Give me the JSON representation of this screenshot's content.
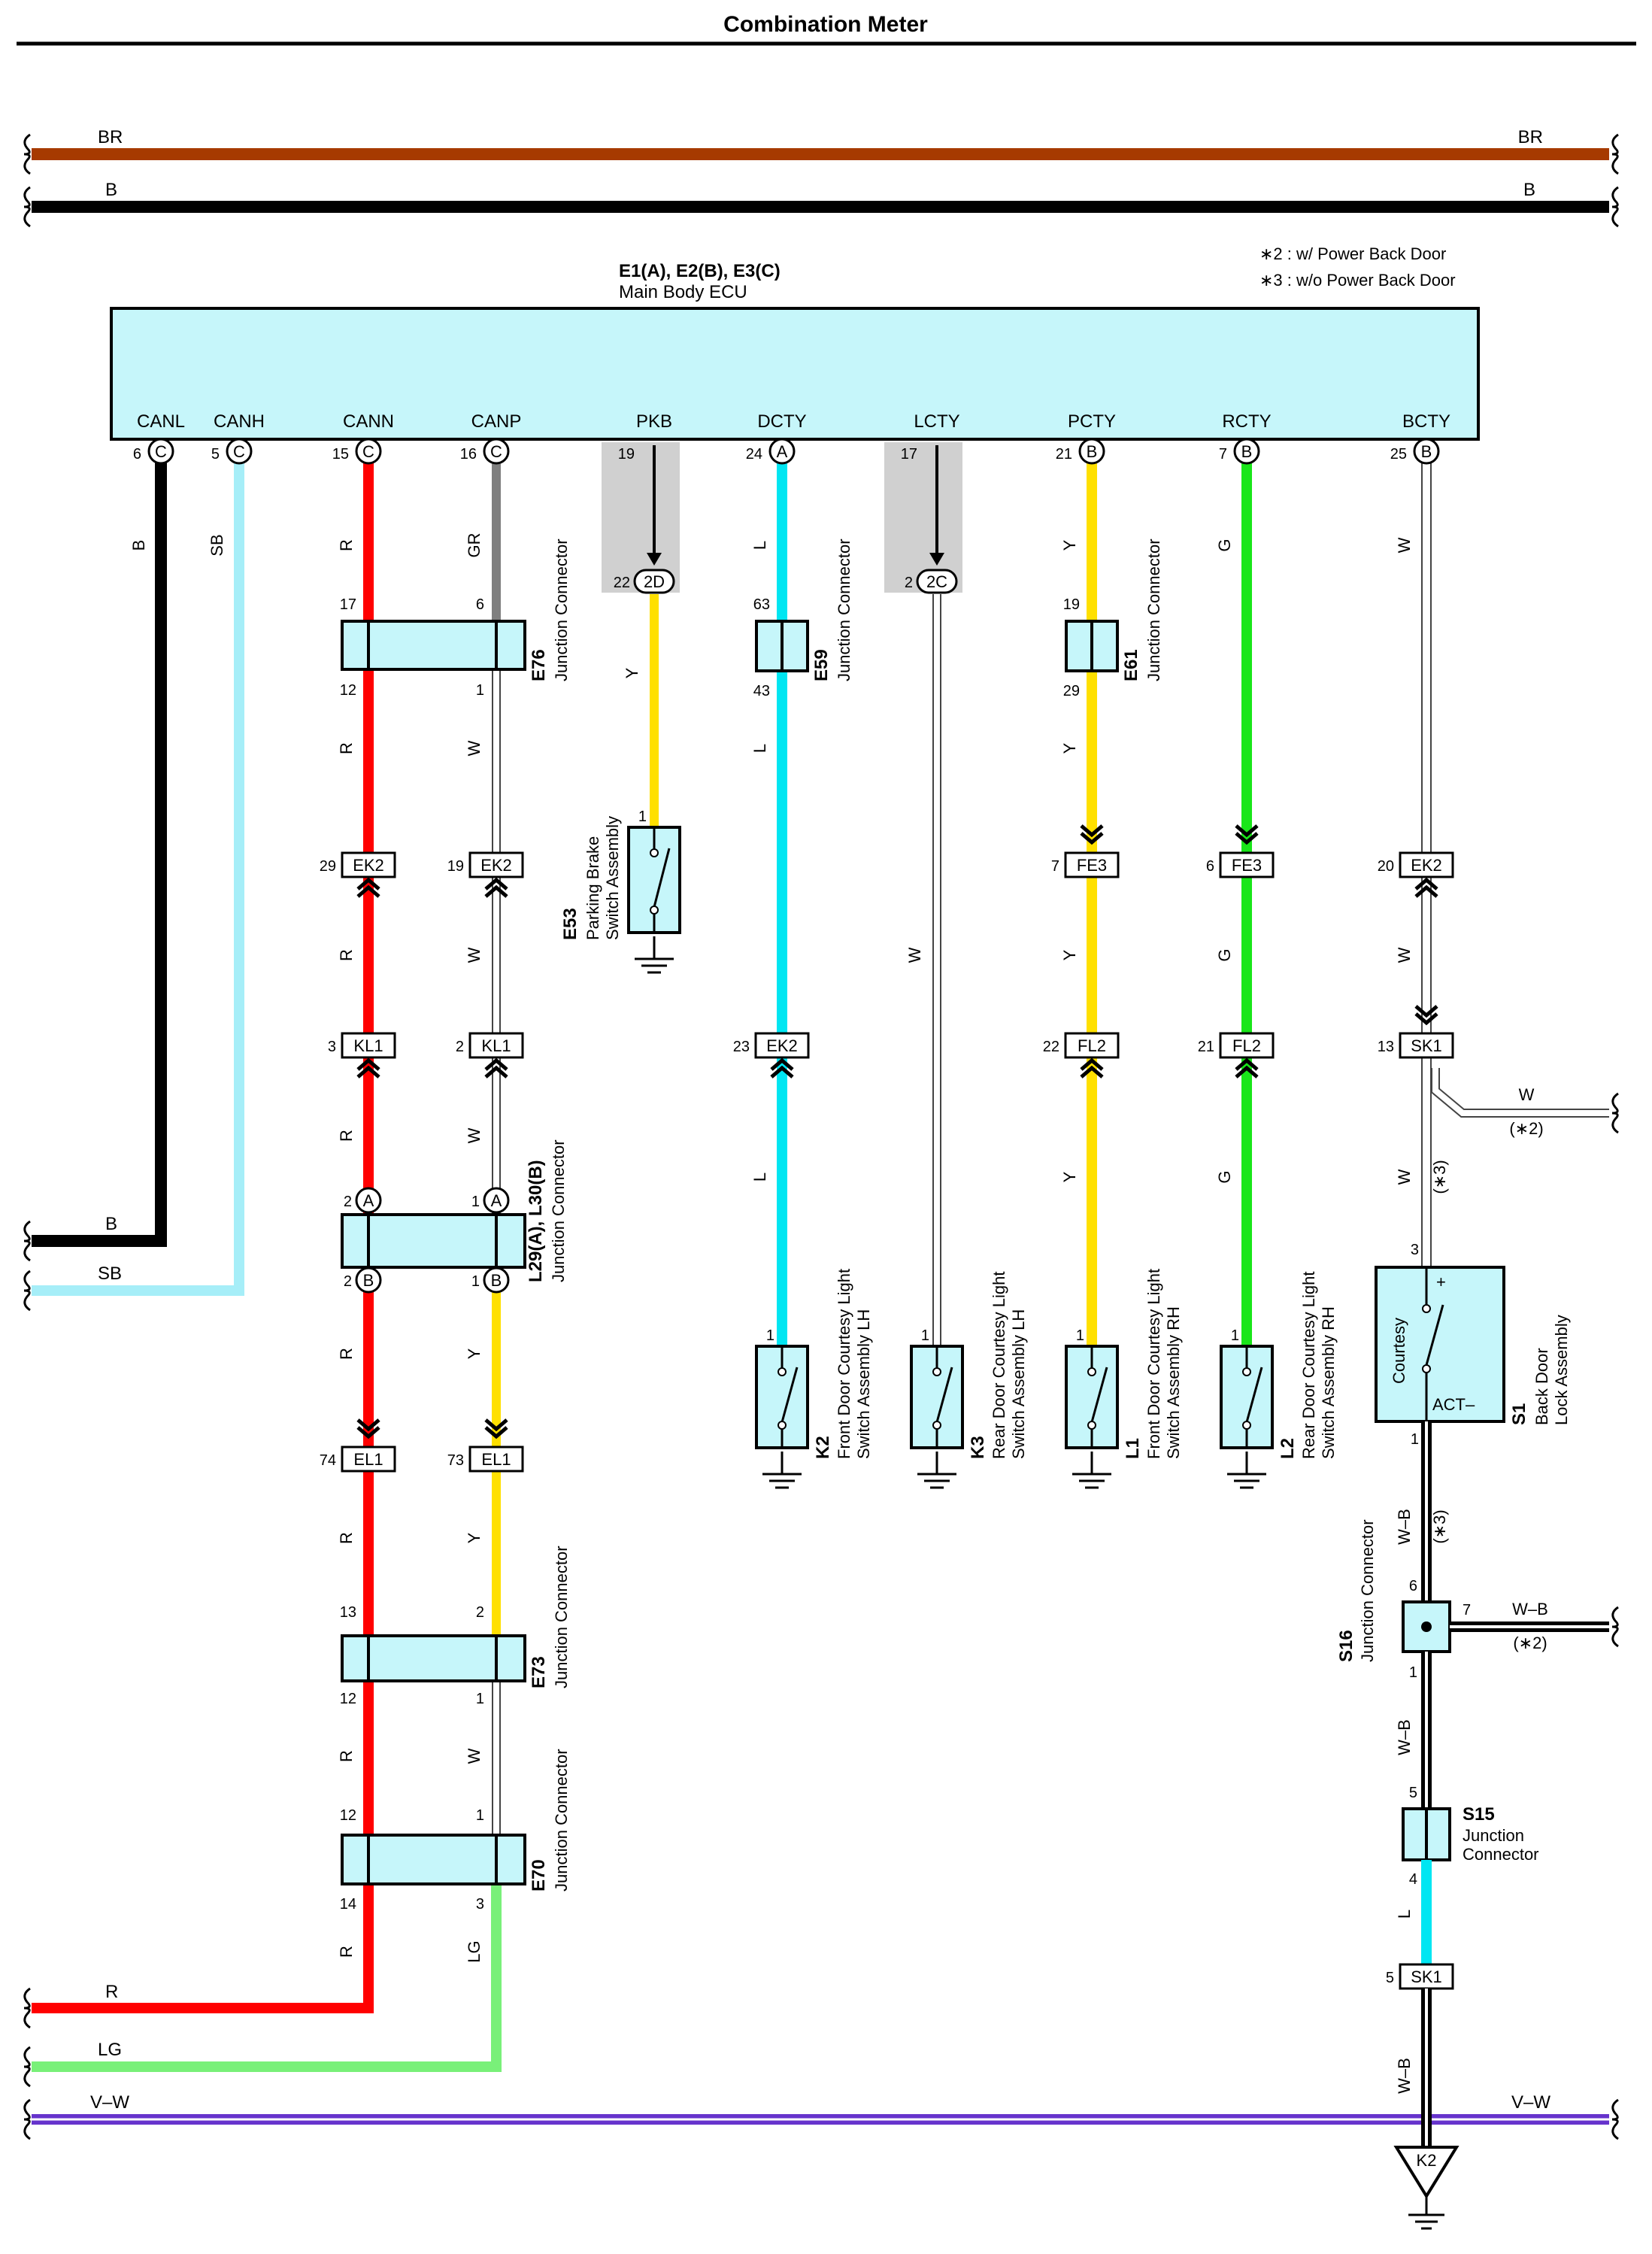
{
  "title": "Combination Meter",
  "colors": {
    "BR": "#a63a00",
    "B": "#000000",
    "R": "#ff0000",
    "SB": "#a6eef8",
    "GR": "#7f7f7f",
    "L": "#00e6f2",
    "Y": "#ffe000",
    "G": "#19e619",
    "LG": "#79f079",
    "W": "#ffffff",
    "V-W": "#6633cc",
    "box_fill": "#c6f6fa",
    "shade": "#d0d0d0"
  },
  "notes": [
    "∗2 : w/ Power Back Door",
    "∗3 : w/o Power Back Door"
  ],
  "ecu": {
    "code": "E1(A), E2(B), E3(C)",
    "name": "Main Body ECU",
    "terminals": [
      {
        "label": "CANL",
        "pin": "6",
        "conn": "C"
      },
      {
        "label": "CANH",
        "pin": "5",
        "conn": "C"
      },
      {
        "label": "CANN",
        "pin": "15",
        "conn": "C"
      },
      {
        "label": "CANP",
        "pin": "16",
        "conn": "C"
      },
      {
        "label": "PKB",
        "pin": "19",
        "conn": ""
      },
      {
        "label": "DCTY",
        "pin": "24",
        "conn": "A"
      },
      {
        "label": "LCTY",
        "pin": "17",
        "conn": ""
      },
      {
        "label": "PCTY",
        "pin": "21",
        "conn": "B"
      },
      {
        "label": "RCTY",
        "pin": "7",
        "conn": "B"
      },
      {
        "label": "BCTY",
        "pin": "25",
        "conn": "B"
      }
    ]
  },
  "buses": [
    {
      "name": "BR",
      "left": "BR",
      "right": "BR"
    },
    {
      "name": "B",
      "left": "B",
      "right": "B"
    },
    {
      "name": "V-W",
      "left": "V–W",
      "right": "V–W"
    }
  ],
  "bottom_left_wires": [
    {
      "label": "B"
    },
    {
      "label": "SB"
    },
    {
      "label": "R"
    },
    {
      "label": "LG"
    }
  ],
  "inline_connectors": [
    {
      "name": "EK2",
      "pin": "29"
    },
    {
      "name": "EK2",
      "pin": "19"
    },
    {
      "name": "FE3",
      "pin": "7"
    },
    {
      "name": "FE3",
      "pin": "6"
    },
    {
      "name": "EK2",
      "pin": "20"
    },
    {
      "name": "KL1",
      "pin": "3"
    },
    {
      "name": "KL1",
      "pin": "2"
    },
    {
      "name": "EK2",
      "pin": "23"
    },
    {
      "name": "FL2",
      "pin": "22"
    },
    {
      "name": "FL2",
      "pin": "21"
    },
    {
      "name": "SK1",
      "pin": "13"
    },
    {
      "name": "EL1",
      "pin": "74"
    },
    {
      "name": "EL1",
      "pin": "73"
    },
    {
      "name": "SK1",
      "pin": "5"
    },
    {
      "name": "2D",
      "pin": "22"
    },
    {
      "name": "2C",
      "pin": "2"
    }
  ],
  "junctions": [
    {
      "code": "E76",
      "name": "Junction\nConnector",
      "pins": [
        "17",
        "6",
        "12",
        "1"
      ]
    },
    {
      "code": "E59",
      "name": "Junction\nConnector",
      "pins": [
        "63",
        "43"
      ]
    },
    {
      "code": "E61",
      "name": "Junction\nConnector",
      "pins": [
        "19",
        "29"
      ]
    },
    {
      "code": "L29(A), L30(B)",
      "name": "Junction Connector",
      "pins": [
        "2",
        "1",
        "2",
        "1"
      ]
    },
    {
      "code": "E73",
      "name": "Junction\nConnector",
      "pins": [
        "13",
        "2",
        "12",
        "1"
      ]
    },
    {
      "code": "E70",
      "name": "Junction\nConnector",
      "pins": [
        "12",
        "1",
        "14",
        "3"
      ]
    },
    {
      "code": "S16",
      "name": "Junction\nConnector",
      "pins": [
        "6",
        "7",
        "1"
      ]
    },
    {
      "code": "S15",
      "name": "Junction\nConnector",
      "pins": [
        "5",
        "4"
      ]
    }
  ],
  "switches": [
    {
      "code": "E53",
      "name1": "Parking Brake",
      "name2": "Switch Assembly",
      "pin": "1"
    },
    {
      "code": "K2",
      "name1": "Front Door Courtesy Light",
      "name2": "Switch Assembly LH",
      "pin": "1"
    },
    {
      "code": "K3",
      "name1": "Rear Door Courtesy Light",
      "name2": "Switch Assembly LH",
      "pin": "1"
    },
    {
      "code": "L1",
      "name1": "Front Door Courtesy Light",
      "name2": "Switch Assembly RH",
      "pin": "1"
    },
    {
      "code": "L2",
      "name1": "Rear Door Courtesy Light",
      "name2": "Switch Assembly RH",
      "pin": "1"
    },
    {
      "code": "S1",
      "name1": "Back Door",
      "name2": "Lock Assembly",
      "inner": "Courtesy",
      "plus": "+",
      "act": "ACT–",
      "pin_top": "3",
      "pin_bot": "1"
    }
  ],
  "wire_labels": {
    "canl": "B",
    "canh": "SB",
    "cann": "R",
    "canp": "GR",
    "w": "W",
    "y": "Y",
    "l": "L",
    "g": "G",
    "lg": "LG",
    "wb": "W–B",
    "star2": "(∗2)",
    "star3": "(∗3)"
  },
  "ground_ref": "K2"
}
